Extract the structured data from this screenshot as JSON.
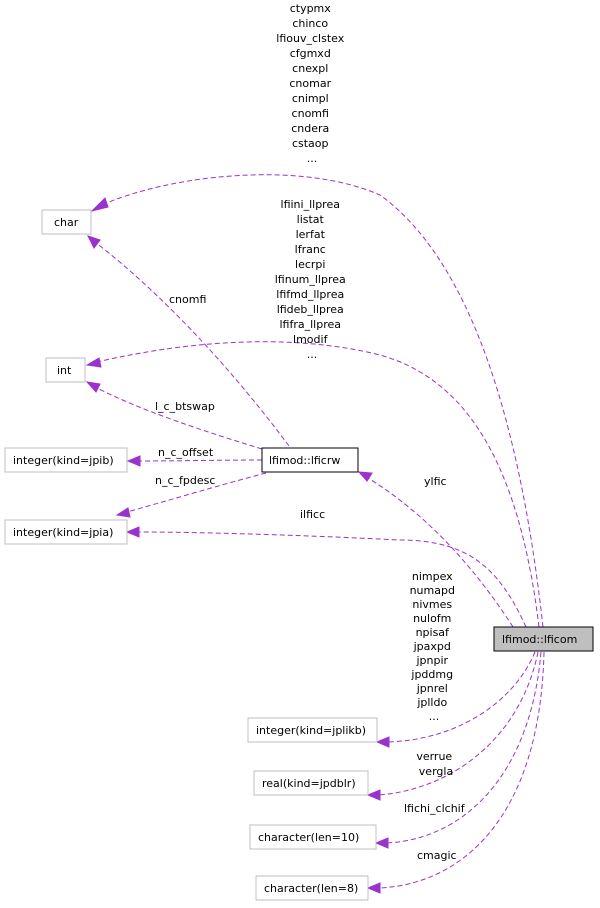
{
  "colors": {
    "edge": "#9a32cd",
    "node_border": "#bfbfbf",
    "focus_fill": "#bfbfbf"
  },
  "nodes": {
    "char": "char",
    "int": "int",
    "jpib": "integer(kind=jpib)",
    "lficrw": "lfimod::lficrw",
    "jpia": "integer(kind=jpia)",
    "lficom": "lfimod::lficom",
    "jplikb": "integer(kind=jplikb)",
    "jpdblr": "real(kind=jpdblr)",
    "len10": "character(len=10)",
    "len8": "character(len=8)"
  },
  "labels": {
    "top": [
      "ctypmx",
      "chinco",
      "lfiouv_clstex",
      "cfgmxd",
      "cnexpl",
      "cnomar",
      "cnimpl",
      "cnomfi",
      "cndera",
      "cstaop",
      "..."
    ],
    "mid": [
      "lfiini_llprea",
      "listat",
      "lerfat",
      "lfranc",
      "lecrpi",
      "lfinum_llprea",
      "lfifmd_llprea",
      "lfideb_llprea",
      "lfifra_llprea",
      "lmodif",
      "..."
    ],
    "cnomfi": "cnomfi",
    "btswap": "l_c_btswap",
    "offset": "n_c_offset",
    "fpdesc": "n_c_fpdesc",
    "ylfic": "ylfic",
    "ilficc": "ilficc",
    "jplikb": [
      "nimpex",
      "numapd",
      "nivmes",
      "nulofm",
      "npisaf",
      "jpaxpd",
      "jpnpir",
      "jpddmg",
      "jpnrel",
      "jplldo",
      "..."
    ],
    "jpdblr": [
      "verrue",
      "vergla"
    ],
    "len10": "lfichi_clchif",
    "len8": "cmagic"
  }
}
